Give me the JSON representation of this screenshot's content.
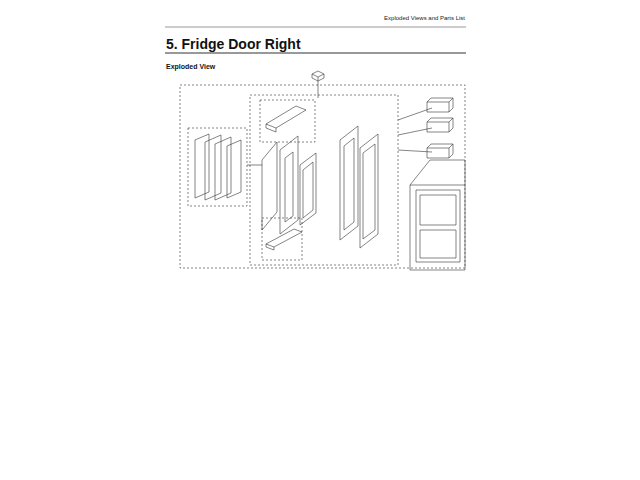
{
  "diagram": {
    "title": "5. Fridge Door Right",
    "labels": [
      "Exploded Views and Parts List",
      "Exploded View"
    ]
  }
}
